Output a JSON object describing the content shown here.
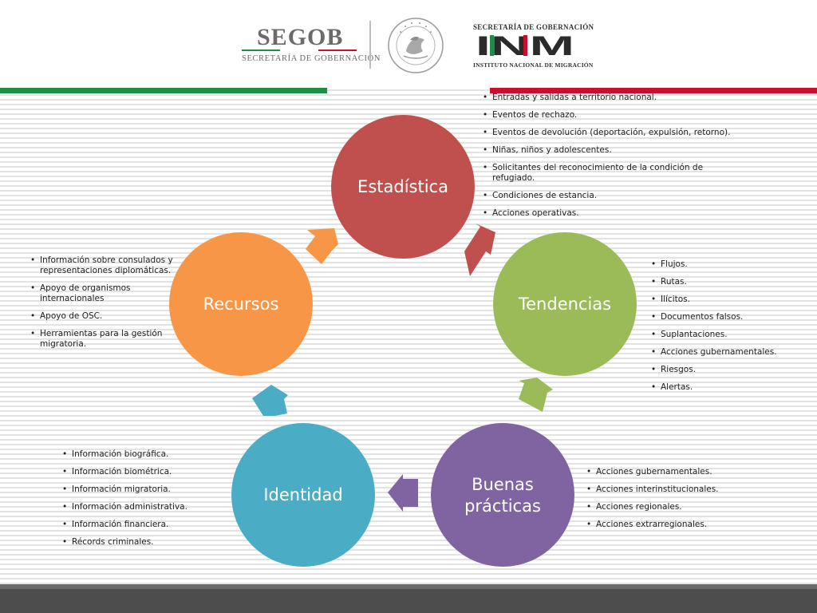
{
  "header": {
    "segob_title": "SEGOB",
    "segob_subtitle": "SECRETARÍA DE GOBERNACIÓN",
    "seal_text": "ESTADOS UNIDOS MEXICANOS",
    "inm_top": "SECRETARÍA DE GOBERNACIÓN",
    "inm_logo": "INM",
    "inm_bottom": "INSTITUTO NACIONAL DE MIGRACIÓN"
  },
  "colors": {
    "green": "#1e8c45",
    "red": "#c8102e",
    "estadistica": "#c0504d",
    "tendencias": "#9bbb59",
    "buenas": "#8064a2",
    "identidad": "#4bacc6",
    "recursos": "#f79646"
  },
  "nodes": {
    "estadistica": {
      "label": "Estadística",
      "items": [
        "Entradas y salidas a territorio nacional.",
        "Eventos de rechazo.",
        "Eventos de devolución (deportación, expulsión, retorno).",
        "Niñas, niños y adolescentes.",
        "Solicitantes del reconocimiento de la condición de refugiado.",
        "Condiciones de estancia.",
        "Acciones operativas."
      ]
    },
    "tendencias": {
      "label": "Tendencias",
      "items": [
        "Flujos.",
        "Rutas.",
        "Ilícitos.",
        "Documentos falsos.",
        "Suplantaciones.",
        "Acciones gubernamentales.",
        "Riesgos.",
        "Alertas."
      ]
    },
    "buenas": {
      "label_line1": "Buenas",
      "label_line2": "prácticas",
      "items": [
        "Acciones gubernamentales.",
        "Acciones interinstitucionales.",
        "Acciones regionales.",
        "Acciones extrarregionales."
      ]
    },
    "identidad": {
      "label": "Identidad",
      "items": [
        "Información biográfica.",
        "Información biométrica.",
        "Información migratoria.",
        "Información administrativa.",
        "Información financiera.",
        "Récords criminales."
      ]
    },
    "recursos": {
      "label": "Recursos",
      "items": [
        "Información sobre consulados y representaciones diplomáticas.",
        "Apoyo de organismos internacionales",
        "Apoyo de OSC.",
        "Herramientas para la gestión migratoria."
      ]
    }
  }
}
